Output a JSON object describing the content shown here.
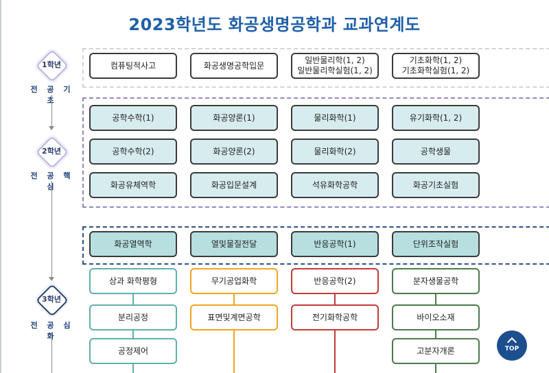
{
  "title": "2023학년도 화공생명공학과 교과연계도",
  "years": [
    {
      "label": "1학년",
      "category": "전 공 기 초"
    },
    {
      "label": "2학년",
      "category": "전 공 핵 심"
    },
    {
      "label": "3학년",
      "category": "전 공 심 화"
    }
  ],
  "foundation": [
    [
      "컴퓨팅적사고"
    ],
    [
      "화공생명공학입문"
    ],
    [
      "일반물리학(1, 2)",
      "일반물리학실험(1, 2)"
    ],
    [
      "기초화학(1, 2)",
      "기초화학실험(1, 2)"
    ]
  ],
  "core": [
    [
      "공학수학(1)",
      "화공양론(1)",
      "물리화학(1)",
      "유기화학(1, 2)"
    ],
    [
      "공학수학(2)",
      "화공양론(2)",
      "물리화학(2)",
      "공학생물"
    ],
    [
      "화공유체역학",
      "화공입문설계",
      "석유화학공학",
      "화공기초실험"
    ]
  ],
  "advanced_top": [
    "화공열역학",
    "열및물질전달",
    "반응공학(1)",
    "단위조작실험"
  ],
  "advanced_columns": [
    {
      "color": "#5fb0ab",
      "items": [
        "상과 화학평형",
        "분리공정",
        "공정제어"
      ]
    },
    {
      "color": "#f0a520",
      "items": [
        "무기공업화학",
        "표면및계면공학"
      ]
    },
    {
      "color": "#c23a3a",
      "items": [
        "반응공학(2)",
        "전기화학공학"
      ]
    },
    {
      "color": "#4b7a4b",
      "items": [
        "분자생물공학",
        "바이오소재",
        "고분자개론"
      ]
    }
  ],
  "top_button": {
    "label": "TOP",
    "icon": "chevron-up-icon"
  }
}
